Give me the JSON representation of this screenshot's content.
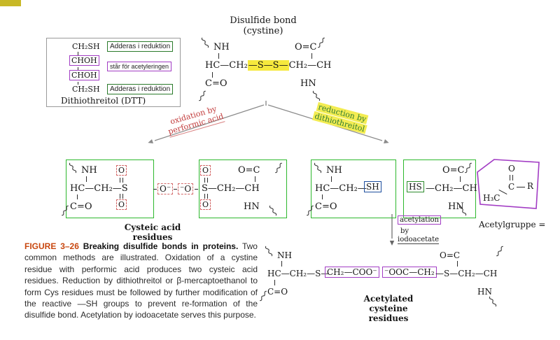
{
  "colors": {
    "highlight_yellow": "#f6e93d",
    "residue_box_green": "#2db82d",
    "annotation_purple": "#a23cc4",
    "oxidation_red": "#c23b3b",
    "reduction_green": "#2f7d32",
    "oxygen_dash_red": "#d46a6a",
    "sh_box_blue": "#1d4e9e",
    "figure_label_orange": "#c8470f"
  },
  "dtt": {
    "row1_formula": "CH₂SH",
    "row2_formula": "CHOH",
    "row3_formula": "CHOH",
    "row4_formula": "CH₂SH",
    "note_reduction_top": "Adderas i reduktion",
    "note_acetylation": "står för acetyleringen",
    "note_reduction_bottom": "Adderas i reduktion",
    "label": "Dithiothreitol (DTT)"
  },
  "cystine": {
    "title_line1": "Disulfide bond",
    "title_line2": "(cystine)",
    "nh": "NH",
    "chain_pre": "HC—CH₂",
    "disulfide": "—S—S—",
    "chain_post": "CH₂—CH",
    "co": "C=O",
    "oc": "O=C",
    "hn": "HN"
  },
  "pathways": {
    "oxidation_line1": "oxidation by",
    "oxidation_line2": "performic acid",
    "reduction_line1": "reduction by",
    "reduction_line2": "dithiothreitol"
  },
  "cysteic": {
    "nh": "NH",
    "chain_left": "HC—CH₂—S",
    "o_top_left": "O",
    "o_bottom_left": "O",
    "o_mid_left": "O⁻",
    "o_mid_right": "⁻O",
    "o_top_right": "O",
    "o_bottom_right": "O",
    "chain_right": "S—CH₂—CH",
    "co": "C=O",
    "oc": "O=C",
    "hn": "HN",
    "label_line1": "Cysteic acid",
    "label_line2": "residues"
  },
  "reduced": {
    "nh": "NH",
    "chain_left": "HC—CH₂—",
    "sh": "SH",
    "hs": "HS",
    "chain_right": "—CH₂—CH",
    "co": "C=O",
    "oc": "O=C",
    "hn": "HN"
  },
  "acetylation_step": {
    "line1": "acetylation",
    "line2": "by",
    "line3": "iodoacetate"
  },
  "acetyl_group": {
    "o": "O",
    "c": "C",
    "h3c": "H₃C",
    "r": "R",
    "label": "Acetylgruppe ="
  },
  "acetylated": {
    "nh": "NH",
    "chain_left": "HC—CH₂—S—",
    "carboxymethyl_left": "CH₂—COO⁻",
    "carboxymethyl_right": "⁻OOC—CH₂",
    "chain_right": "—S—CH₂—CH",
    "co": "C=O",
    "oc": "O=C",
    "hn": "HN",
    "label_line1": "Acetylated",
    "label_line2": "cysteine",
    "label_line3": "residues"
  },
  "caption": {
    "figure_label": "FIGURE 3–26",
    "title": "Breaking disulfide bonds in proteins.",
    "body": "Two common methods are illustrated. Oxidation of a cystine residue with performic acid produces two cysteic acid residues. Reduction by dithiothreitol or β-mercaptoethanol to form Cys residues must be followed by further modification of the reactive —SH groups to prevent re-formation of the disulfide bond. Acetylation by iodoacetate serves this purpose."
  }
}
